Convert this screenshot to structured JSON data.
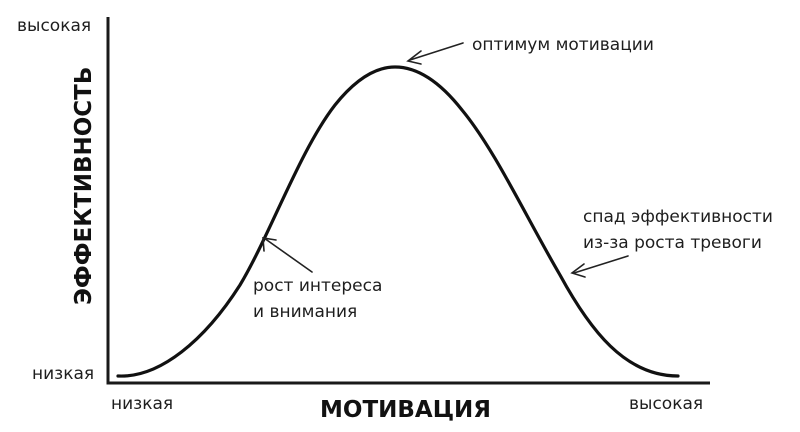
{
  "chart_data": {
    "type": "line",
    "title": "",
    "xlabel": "МОТИВАЦИЯ",
    "ylabel": "ЭФФЕКТИВНОСТЬ",
    "x_tick_labels": [
      "низкая",
      "высокая"
    ],
    "y_tick_labels": [
      "низкая",
      "высокая"
    ],
    "x": [
      0,
      0.1,
      0.2,
      0.3,
      0.4,
      0.5,
      0.6,
      0.7,
      0.8,
      0.9,
      1.0
    ],
    "series": [
      {
        "name": "эффективность",
        "values": [
          0.02,
          0.1,
          0.32,
          0.6,
          0.86,
          1.0,
          0.86,
          0.6,
          0.32,
          0.1,
          0.02
        ]
      }
    ],
    "annotations": [
      {
        "text": "оптимум мотивации",
        "target": "peak"
      },
      {
        "text": "рост интереса и внимания",
        "target": "rising-slope"
      },
      {
        "text": "спад эффективности из-за роста тревоги",
        "target": "falling-slope"
      }
    ],
    "grid": false,
    "legend": "none",
    "color": "#111111"
  },
  "axes": {
    "y_title": "ЭФФЕКТИВНОСТЬ",
    "x_title": "МОТИВАЦИЯ",
    "y_high": "высокая",
    "y_low": "низкая",
    "x_low": "низкая",
    "x_high": "высокая"
  },
  "annotations": {
    "optimum": "оптимум мотивации",
    "rising": {
      "line1": "рост интереса",
      "line2": "и внимания"
    },
    "falling": {
      "line1": "спад эффективности",
      "line2": "из-за роста тревоги"
    }
  }
}
